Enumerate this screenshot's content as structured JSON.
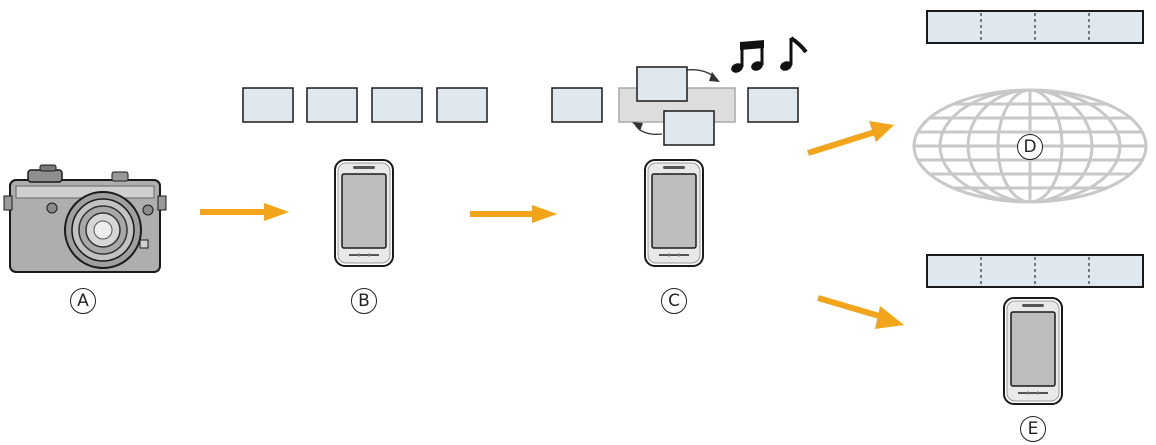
{
  "labels": {
    "camera": "A",
    "smartphone_b": "B",
    "smartphone_c": "C",
    "web": "D",
    "smartphone_e": "E"
  },
  "icons": {
    "music": "music-note-icon",
    "transition": "swap-arrows-icon"
  },
  "colors": {
    "arrow": "#f2a51a",
    "frame_fill": "#dfe8ee",
    "frame_stroke": "#1a1a1a",
    "globe": "#c8c8c8",
    "device_body": "#b9b9b9"
  }
}
